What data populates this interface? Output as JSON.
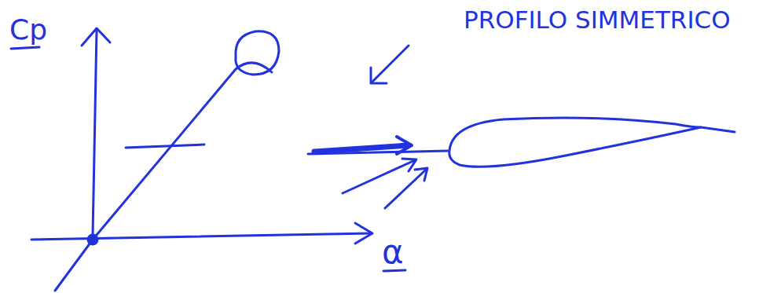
{
  "diagram": {
    "labels": [
      "Cp",
      "α",
      "PROFILO SIMMETRICO"
    ]
  }
}
